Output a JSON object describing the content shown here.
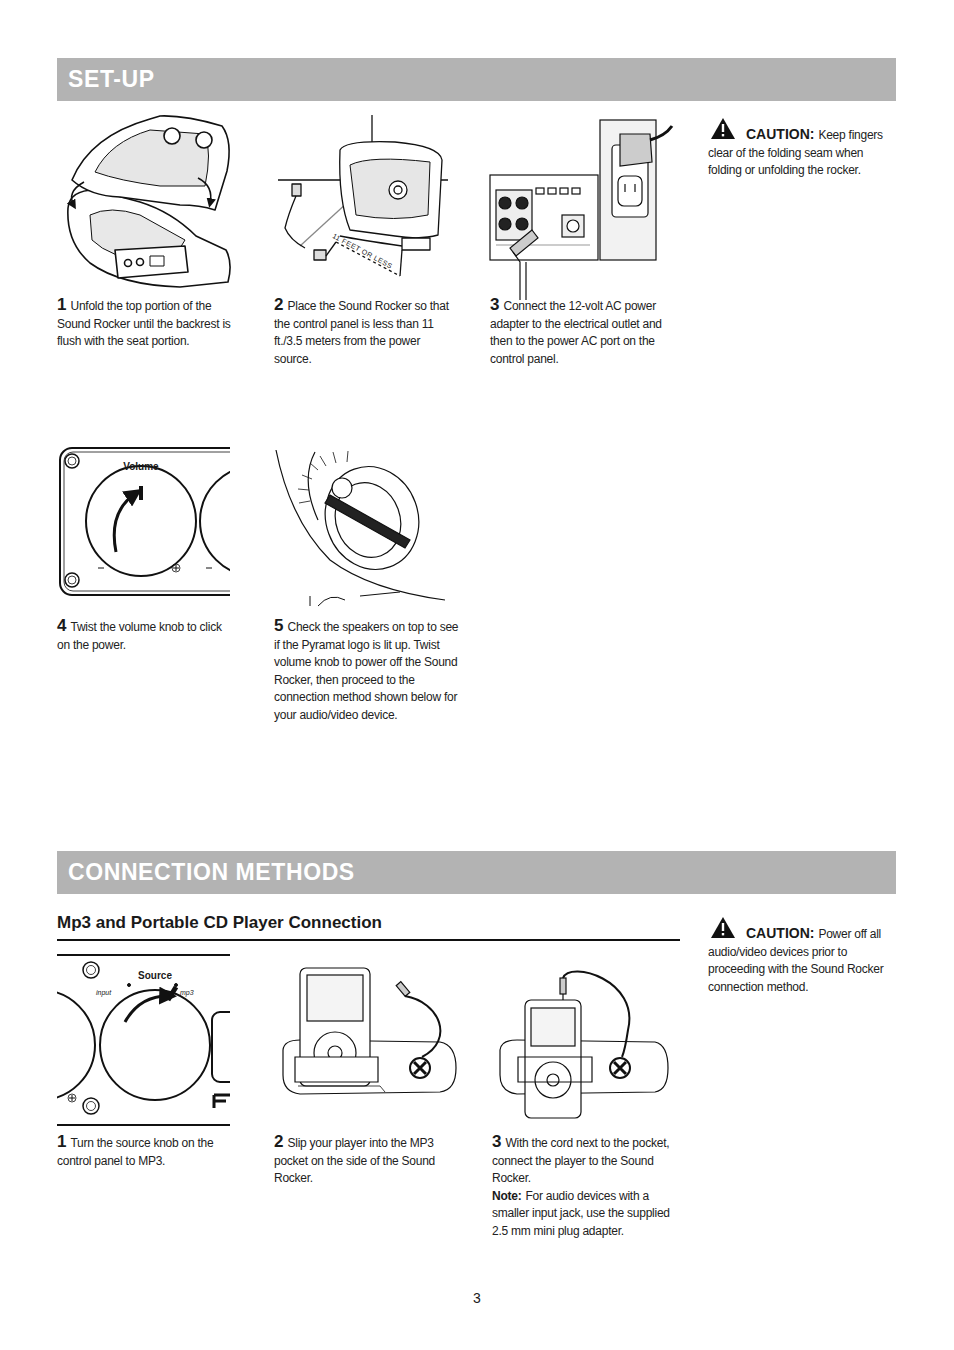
{
  "diagram": {
    "nodes": [
      {
        "text": [
          "SET-UP"
        ]
      },
      {
        "text": [
          "CONNECTION METHODS"
        ]
      }
    ],
    "labels": [
      "11 FEET OR LESS",
      "1",
      "Unfold the top portion of the Sound Rocker until the backrest is flush with the seat portion.",
      "2",
      "Place the Sound Rocker so that the control panel is less than 11 ft./3.5 meters from the power source.",
      "3",
      "Connect the 12-volt AC power adapter to the electrical outlet and then to the power AC port on the control panel.",
      "CAUTION:",
      "Keep fingers clear of the folding seam when folding or unfolding the rocker.",
      "Volume",
      "4",
      "Twist the volume knob to click on the power.",
      "5",
      "Check the speakers on top to see if the Pyramat logo is lit up. Twist volume knob to power off the Sound Rocker, then proceed to the connection method shown below for your audio/video device.",
      "Mp3 and Portable CD Player Connection",
      "CAUTION:",
      "Power off all audio/video devices prior to proceeding with the Sound Rocker connection method.",
      "Source",
      "input",
      "mp3",
      "1",
      "Turn the source knob on the control panel to MP3.",
      "2",
      "Slip your player into the MP3 pocket on the side of the Sound Rocker.",
      "3",
      "With the cord next to the pocket, connect the player to the Sound Rocker.",
      "Note:",
      "For audio devices with a smaller input jack, use the supplied 2.5 mm mini plug adapter.",
      "3"
    ]
  }
}
